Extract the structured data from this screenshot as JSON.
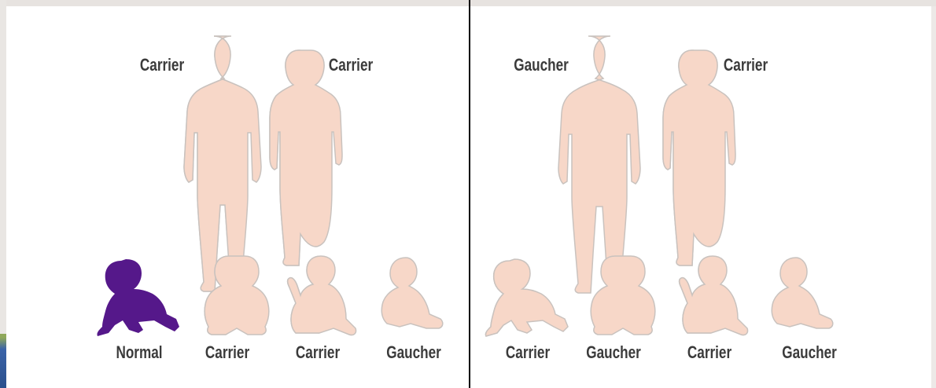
{
  "colors": {
    "affected_pink": "#f7d7c8",
    "normal_purple": "#55188a",
    "outline": "#c9c2be",
    "label_text": "#3b3b3b",
    "panel_bg": "#ffffff",
    "divider": "#000000"
  },
  "panels": [
    {
      "parents": [
        {
          "label": "Carrier",
          "status": "carrier"
        },
        {
          "label": "Carrier",
          "status": "carrier"
        }
      ],
      "children": [
        {
          "label": "Normal",
          "status": "normal"
        },
        {
          "label": "Carrier",
          "status": "carrier"
        },
        {
          "label": "Carrier",
          "status": "carrier"
        },
        {
          "label": "Gaucher",
          "status": "gaucher"
        }
      ]
    },
    {
      "parents": [
        {
          "label": "Gaucher",
          "status": "gaucher"
        },
        {
          "label": "Carrier",
          "status": "carrier"
        }
      ],
      "children": [
        {
          "label": "Carrier",
          "status": "carrier"
        },
        {
          "label": "Gaucher",
          "status": "gaucher"
        },
        {
          "label": "Carrier",
          "status": "carrier"
        },
        {
          "label": "Gaucher",
          "status": "gaucher"
        }
      ]
    }
  ]
}
